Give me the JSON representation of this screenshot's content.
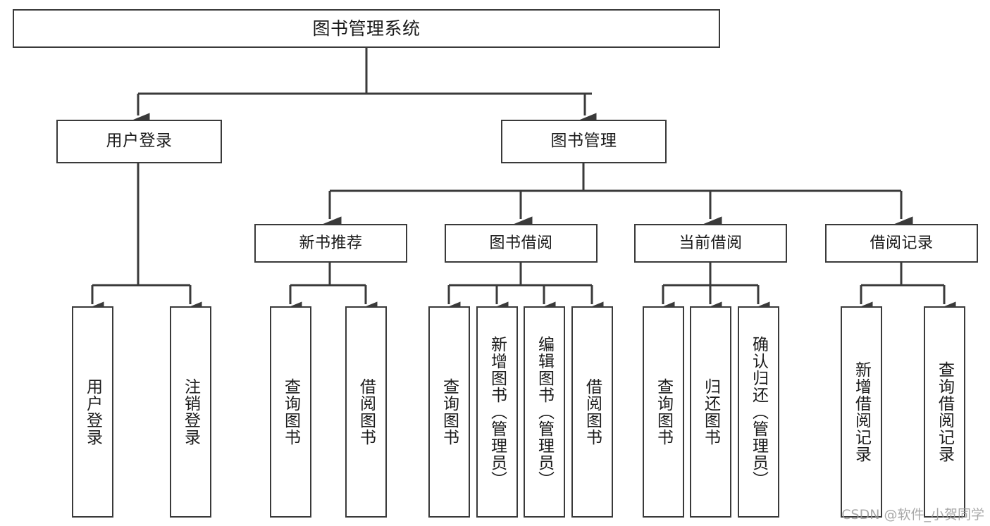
{
  "diagram": {
    "type": "tree",
    "title": "图书管理系统",
    "watermark": "CSDN @软件_小贺同学",
    "stroke_color": "#3a3a3a",
    "fill_color": "#ffffff",
    "text_color": "#1b1b1b",
    "nodes": {
      "root": {
        "label": "图书管理系统"
      },
      "l1": [
        {
          "label": "用户登录"
        },
        {
          "label": "图书管理"
        }
      ],
      "l2": [
        {
          "label": "新书推荐"
        },
        {
          "label": "图书借阅"
        },
        {
          "label": "当前借阅"
        },
        {
          "label": "借阅记录"
        }
      ],
      "leaves": {
        "user_login": [
          {
            "label": "用户登录"
          },
          {
            "label": "注销登录"
          }
        ],
        "new_book": [
          {
            "label": "查询图书"
          },
          {
            "label": "借阅图书"
          }
        ],
        "borrow": [
          {
            "label": "查询图书"
          },
          {
            "label": "新增图书（管理员）"
          },
          {
            "label": "编辑图书（管理员）"
          },
          {
            "label": "借阅图书"
          }
        ],
        "current": [
          {
            "label": "查询图书"
          },
          {
            "label": "归还图书"
          },
          {
            "label": "确认归还（管理员）"
          }
        ],
        "records": [
          {
            "label": "新增借阅记录"
          },
          {
            "label": "查询借阅记录"
          }
        ]
      }
    }
  }
}
